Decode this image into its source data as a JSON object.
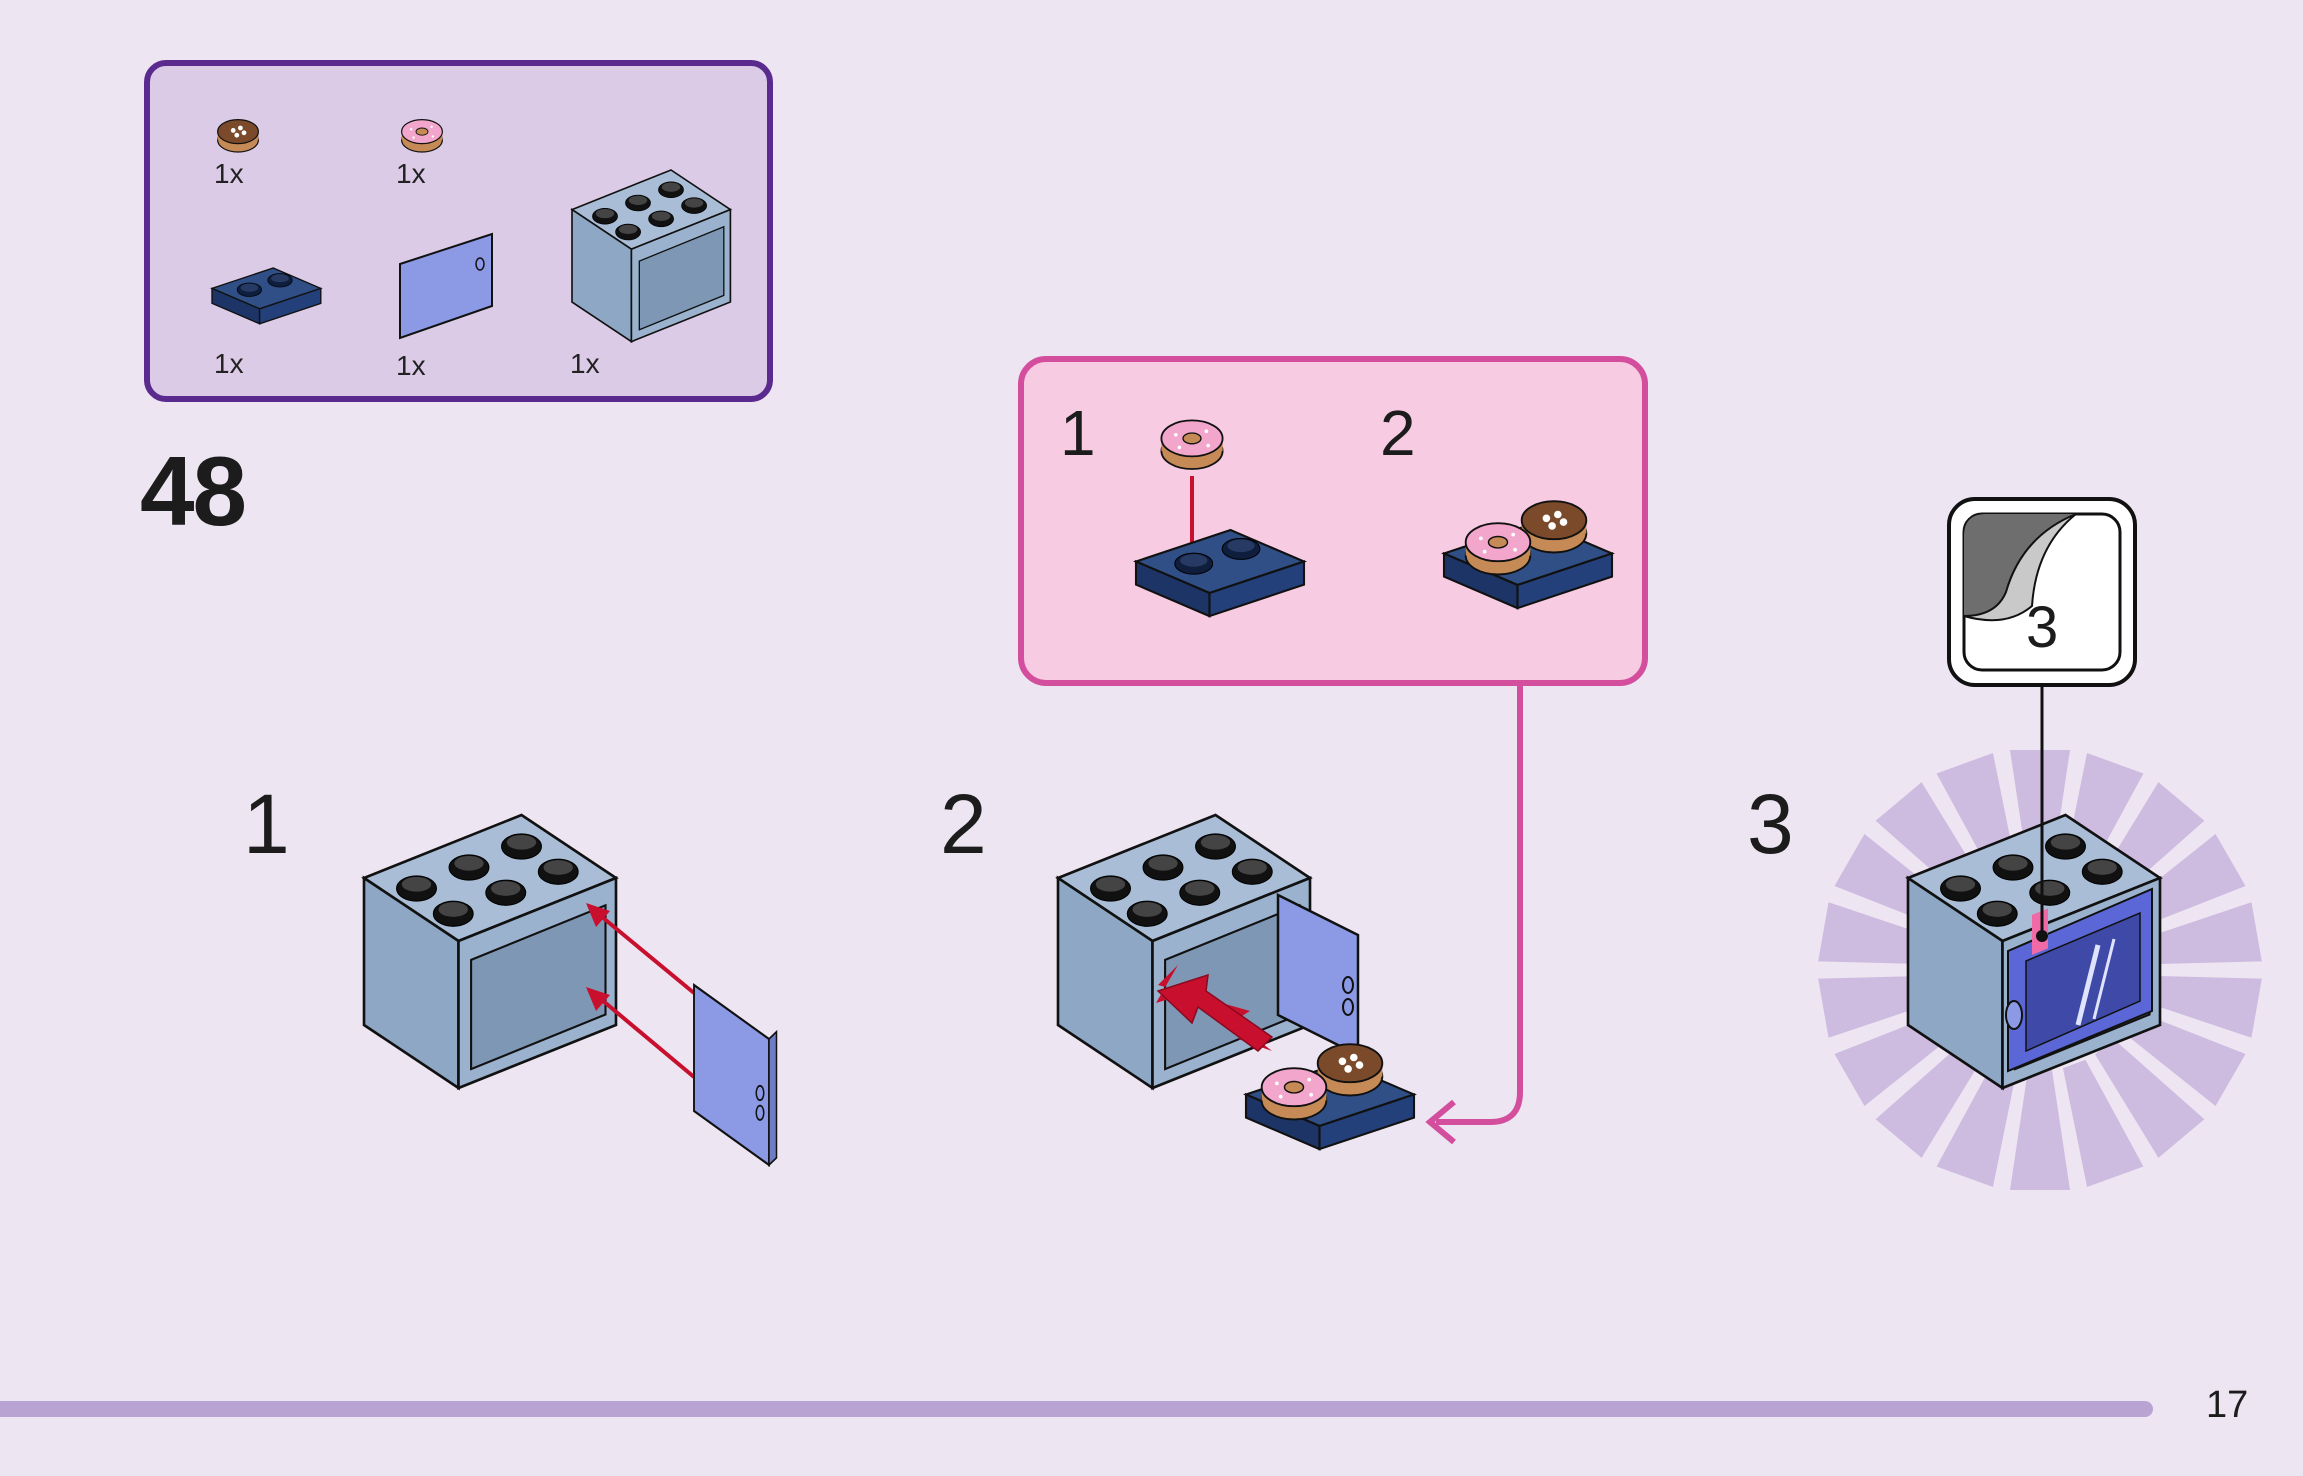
{
  "parts": [
    {
      "name": "chocolate-donut",
      "qty": "1x"
    },
    {
      "name": "pink-donut",
      "qty": "1x"
    },
    {
      "name": "dark-blue-plate",
      "qty": "1x"
    },
    {
      "name": "blue-oven-door",
      "qty": "1x"
    },
    {
      "name": "oven-cupboard",
      "qty": "1x"
    }
  ],
  "step_number": "48",
  "substeps": [
    "1",
    "2"
  ],
  "steps": [
    "1",
    "2",
    "3"
  ],
  "sticker_number": "3",
  "page_number": "17",
  "colors": {
    "background": "#ede5f2",
    "parts_box_border": "#5a2a8e",
    "parts_box_fill": "#dccbe6",
    "sub_box_border": "#d34f9e",
    "sub_box_fill": "#f7cbe1",
    "arrow": "#c8102e",
    "footer_bar": "#b8a3d3"
  }
}
